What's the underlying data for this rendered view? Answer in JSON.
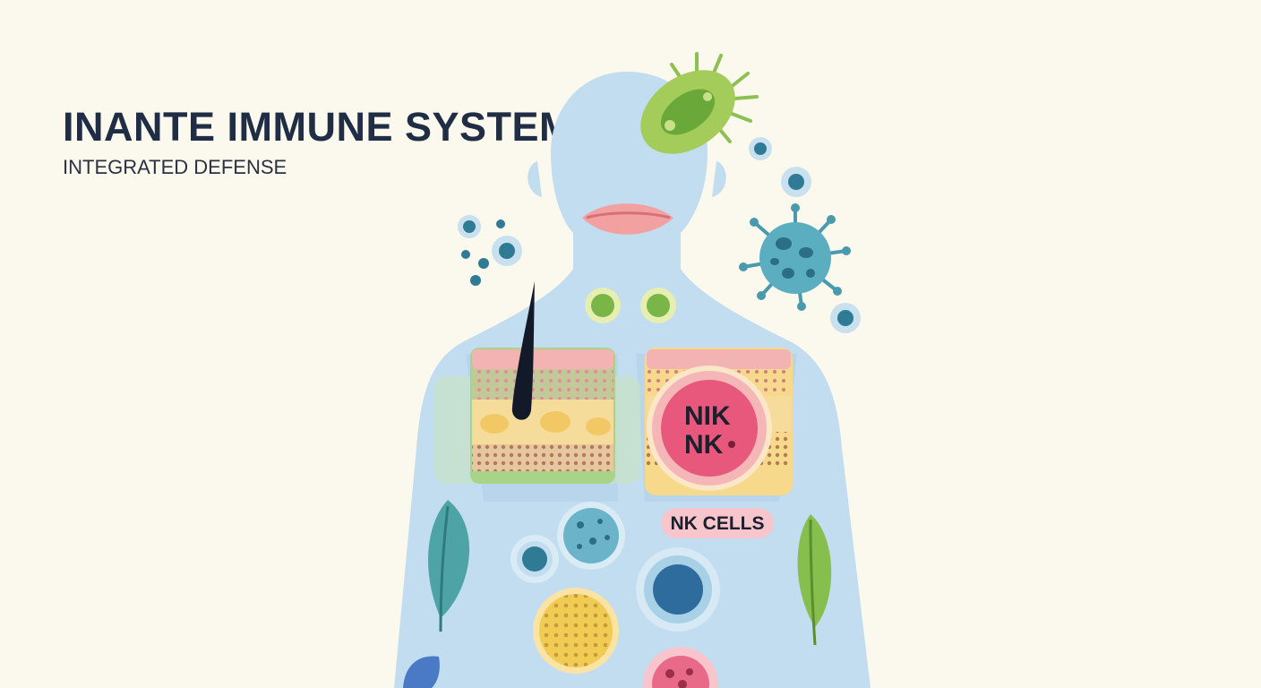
{
  "header": {
    "title": "INANTE IMMUNE SYSTEM",
    "subtitle": "INTEGRATED DEFENSE"
  },
  "labels": {
    "nk_cells": "NK CELLS",
    "nk_badge_line1": "NIK",
    "nk_badge_line2": "NK"
  },
  "colors": {
    "background": "#fbf8ee",
    "body": "#c2dcf0",
    "title": "#1f2d45",
    "nk_pink": "#e8577c",
    "bacterium_green": "#8cc152",
    "virus_teal": "#4a9aae"
  }
}
